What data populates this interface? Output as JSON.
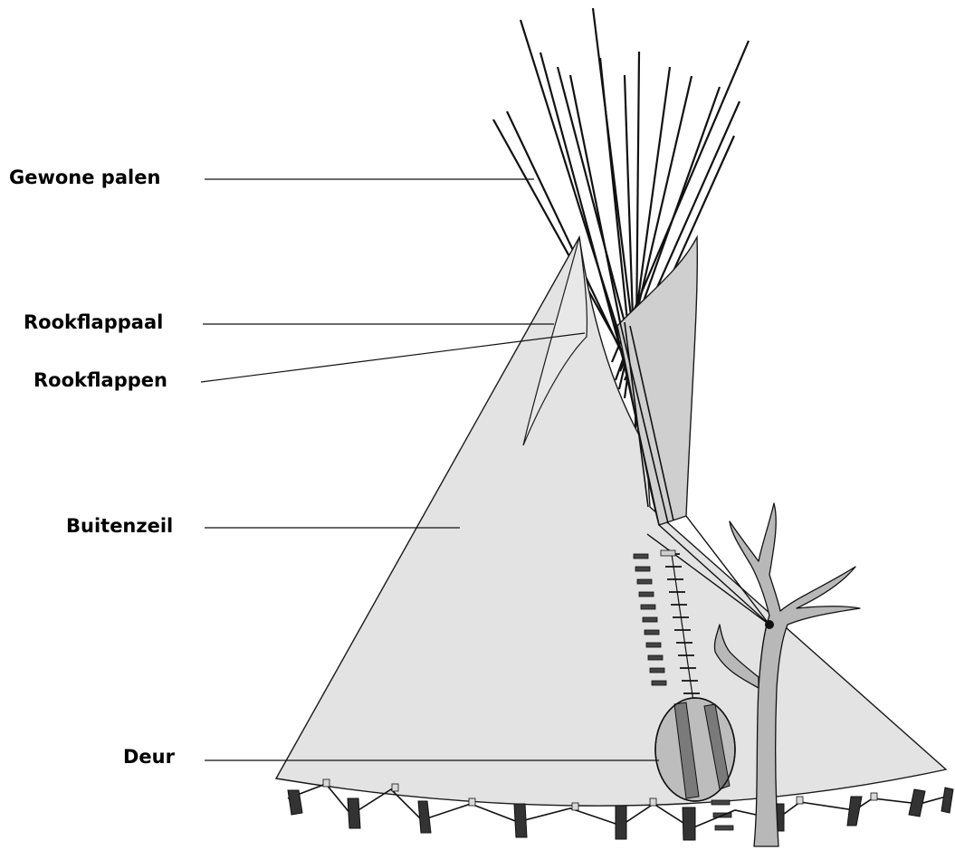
{
  "labels": {
    "poles": "Gewone palen",
    "smoke_flap_pole": "Rookflappaal",
    "smoke_flaps": "Rookflappen",
    "cover": "Buitenzeil",
    "door": "Deur"
  },
  "colors": {
    "cover": "#e3e3e3",
    "flap": "#cfcfcf",
    "door": "#bdbdbd",
    "tree": "#b8b8b8",
    "outline": "#1a1a1a"
  },
  "icons": [
    "tipi-illustration",
    "tree-branch-icon"
  ]
}
